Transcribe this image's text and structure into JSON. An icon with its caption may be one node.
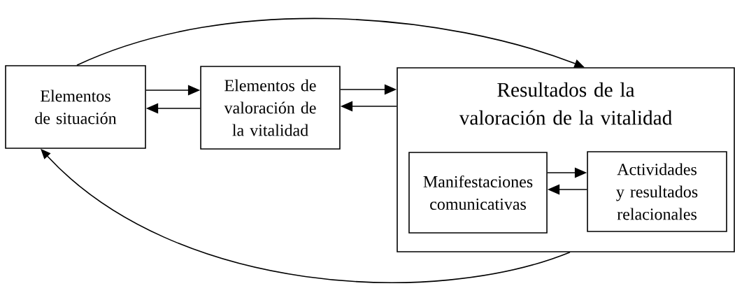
{
  "diagram": {
    "nodes": [
      {
        "text": [
          "Elementos de situación"
        ]
      },
      {
        "text": [
          "Elementos de valoración de la vitalidad"
        ]
      },
      {
        "text": [
          "Resultados de la valoración de la vitalidad"
        ]
      },
      {
        "text": [
          "Manifestaciones comunicativas"
        ],
        "in": 2
      },
      {
        "text": [
          "Actividades y resultados relacionales"
        ],
        "in": 2
      }
    ],
    "edges": [
      {
        "from": 0,
        "to": 1,
        "arrow": "to"
      },
      {
        "from": 1,
        "to": 0,
        "arrow": "to"
      },
      {
        "from": 1,
        "to": 2,
        "arrow": "to"
      },
      {
        "from": 2,
        "to": 1,
        "arrow": "to"
      },
      {
        "from": 3,
        "to": 4,
        "arrow": "to"
      },
      {
        "from": 4,
        "to": 3,
        "arrow": "to"
      },
      {
        "from": 0,
        "to": 2,
        "arrow": "to"
      },
      {
        "from": 2,
        "to": 0,
        "arrow": "to"
      }
    ]
  }
}
